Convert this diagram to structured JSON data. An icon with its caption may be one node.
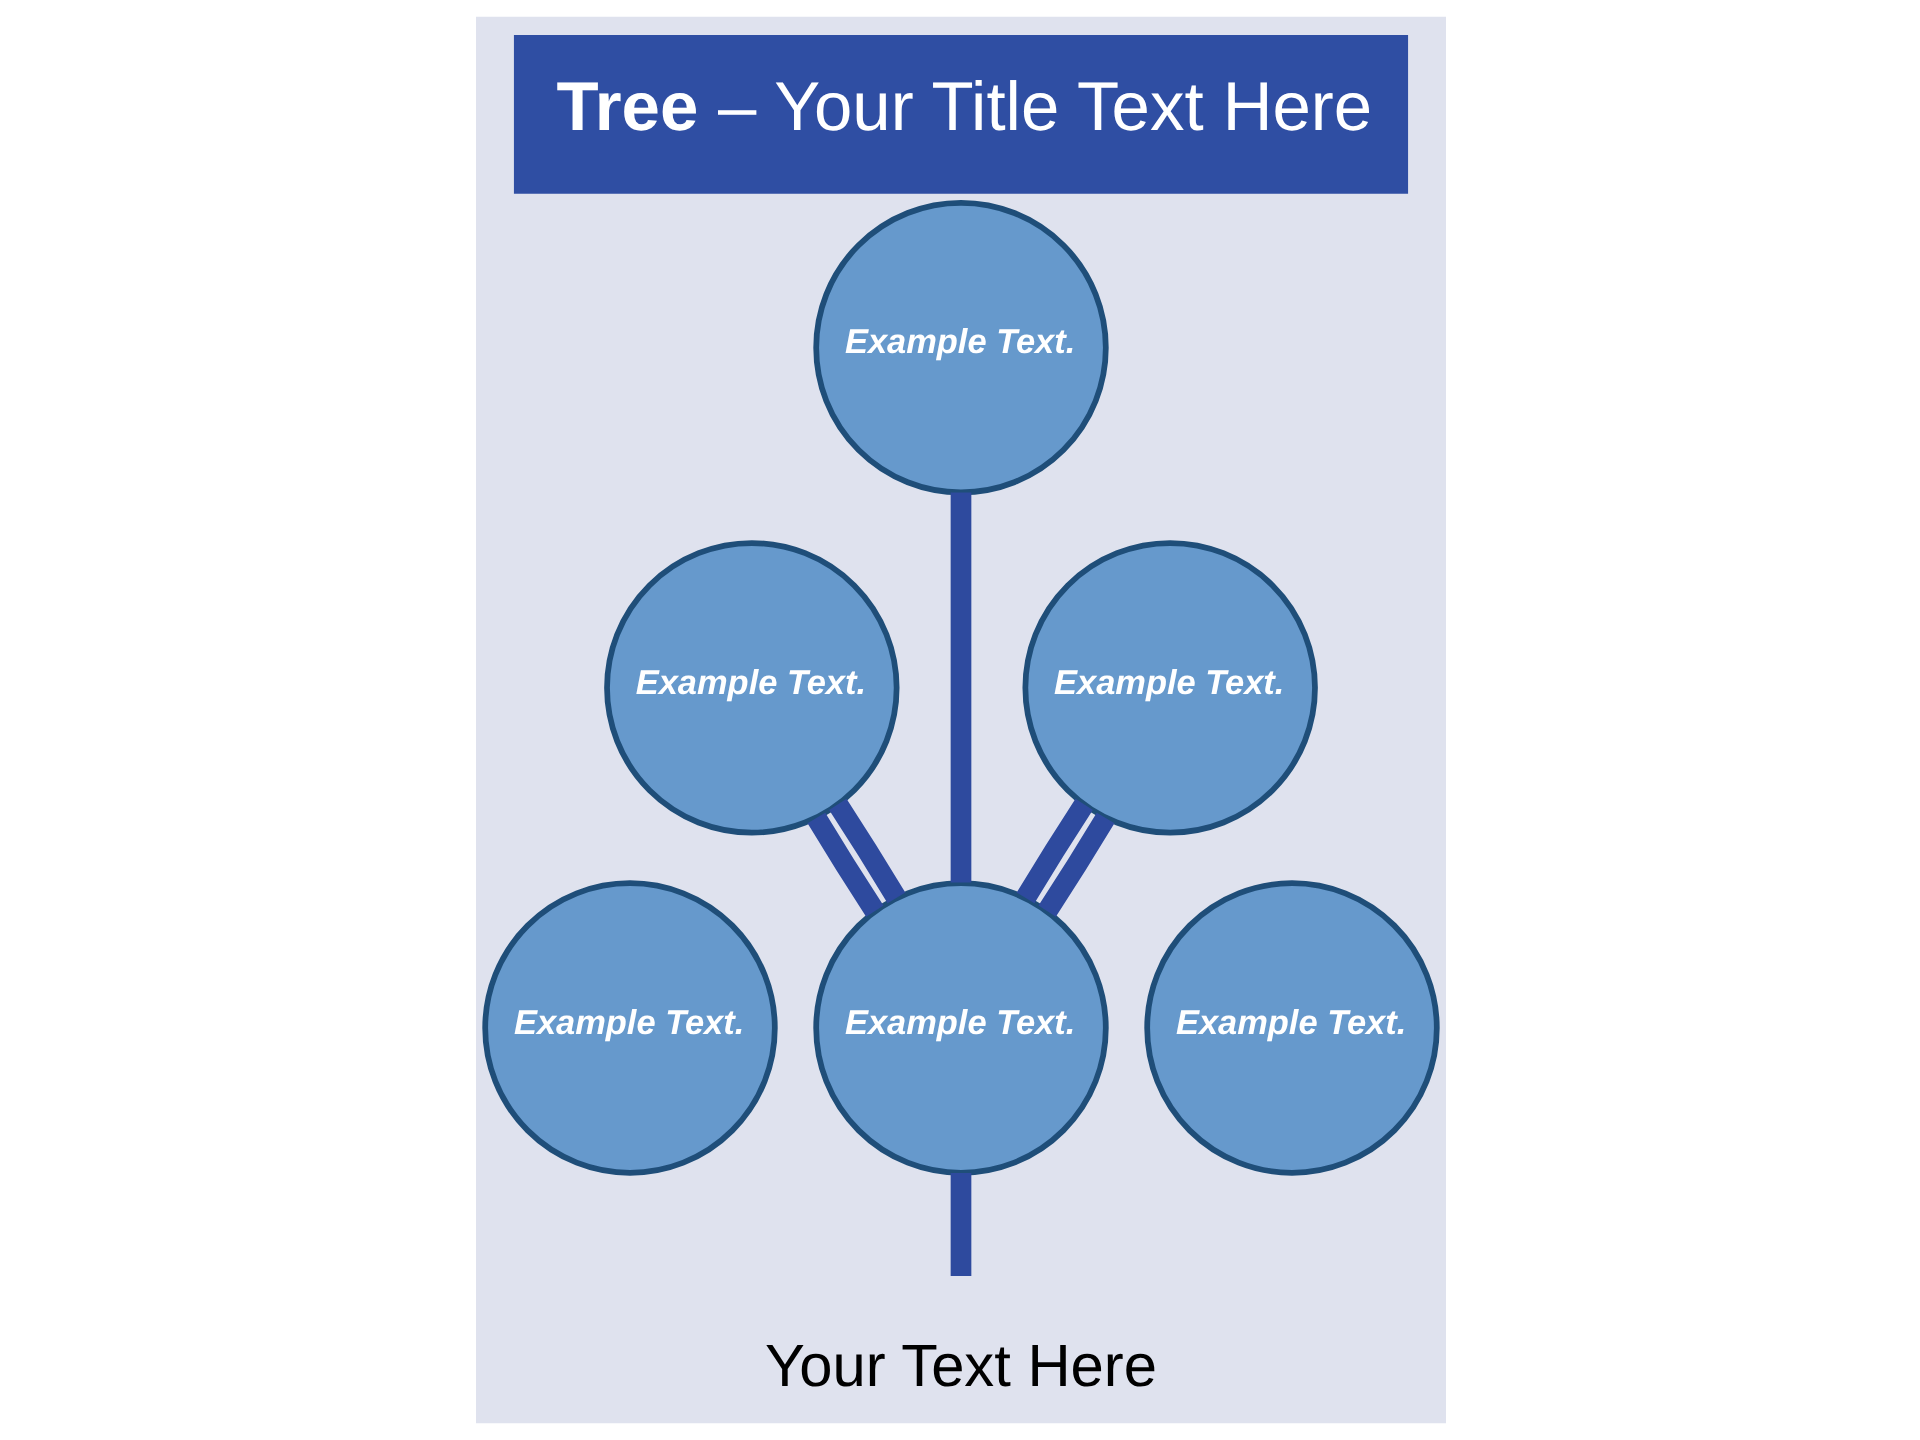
{
  "diagram": {
    "title": "**Tree** – Your Title Text Here",
    "caption": "Your Text Here",
    "nodes": [
      {
        "text": [
          "Example Text."
        ]
      },
      {
        "text": [
          "Example Text."
        ]
      },
      {
        "text": [
          "Example Text."
        ]
      },
      {
        "text": [
          "Example Text."
        ]
      },
      {
        "text": [
          "Example Text."
        ]
      },
      {
        "text": [
          "Example Text."
        ]
      }
    ],
    "edges": [
      {
        "from": 4,
        "to": 1,
        "arrow": "none"
      },
      {
        "from": 4,
        "to": 0,
        "arrow": "none"
      },
      {
        "from": 4,
        "to": 2,
        "arrow": "none"
      },
      {
        "from": 4,
        "to": 1,
        "arrow": "none"
      },
      {
        "from": 4,
        "to": 2,
        "arrow": "none"
      },
      {
        "from": null,
        "to": 4,
        "arrow": "none"
      }
    ]
  }
}
